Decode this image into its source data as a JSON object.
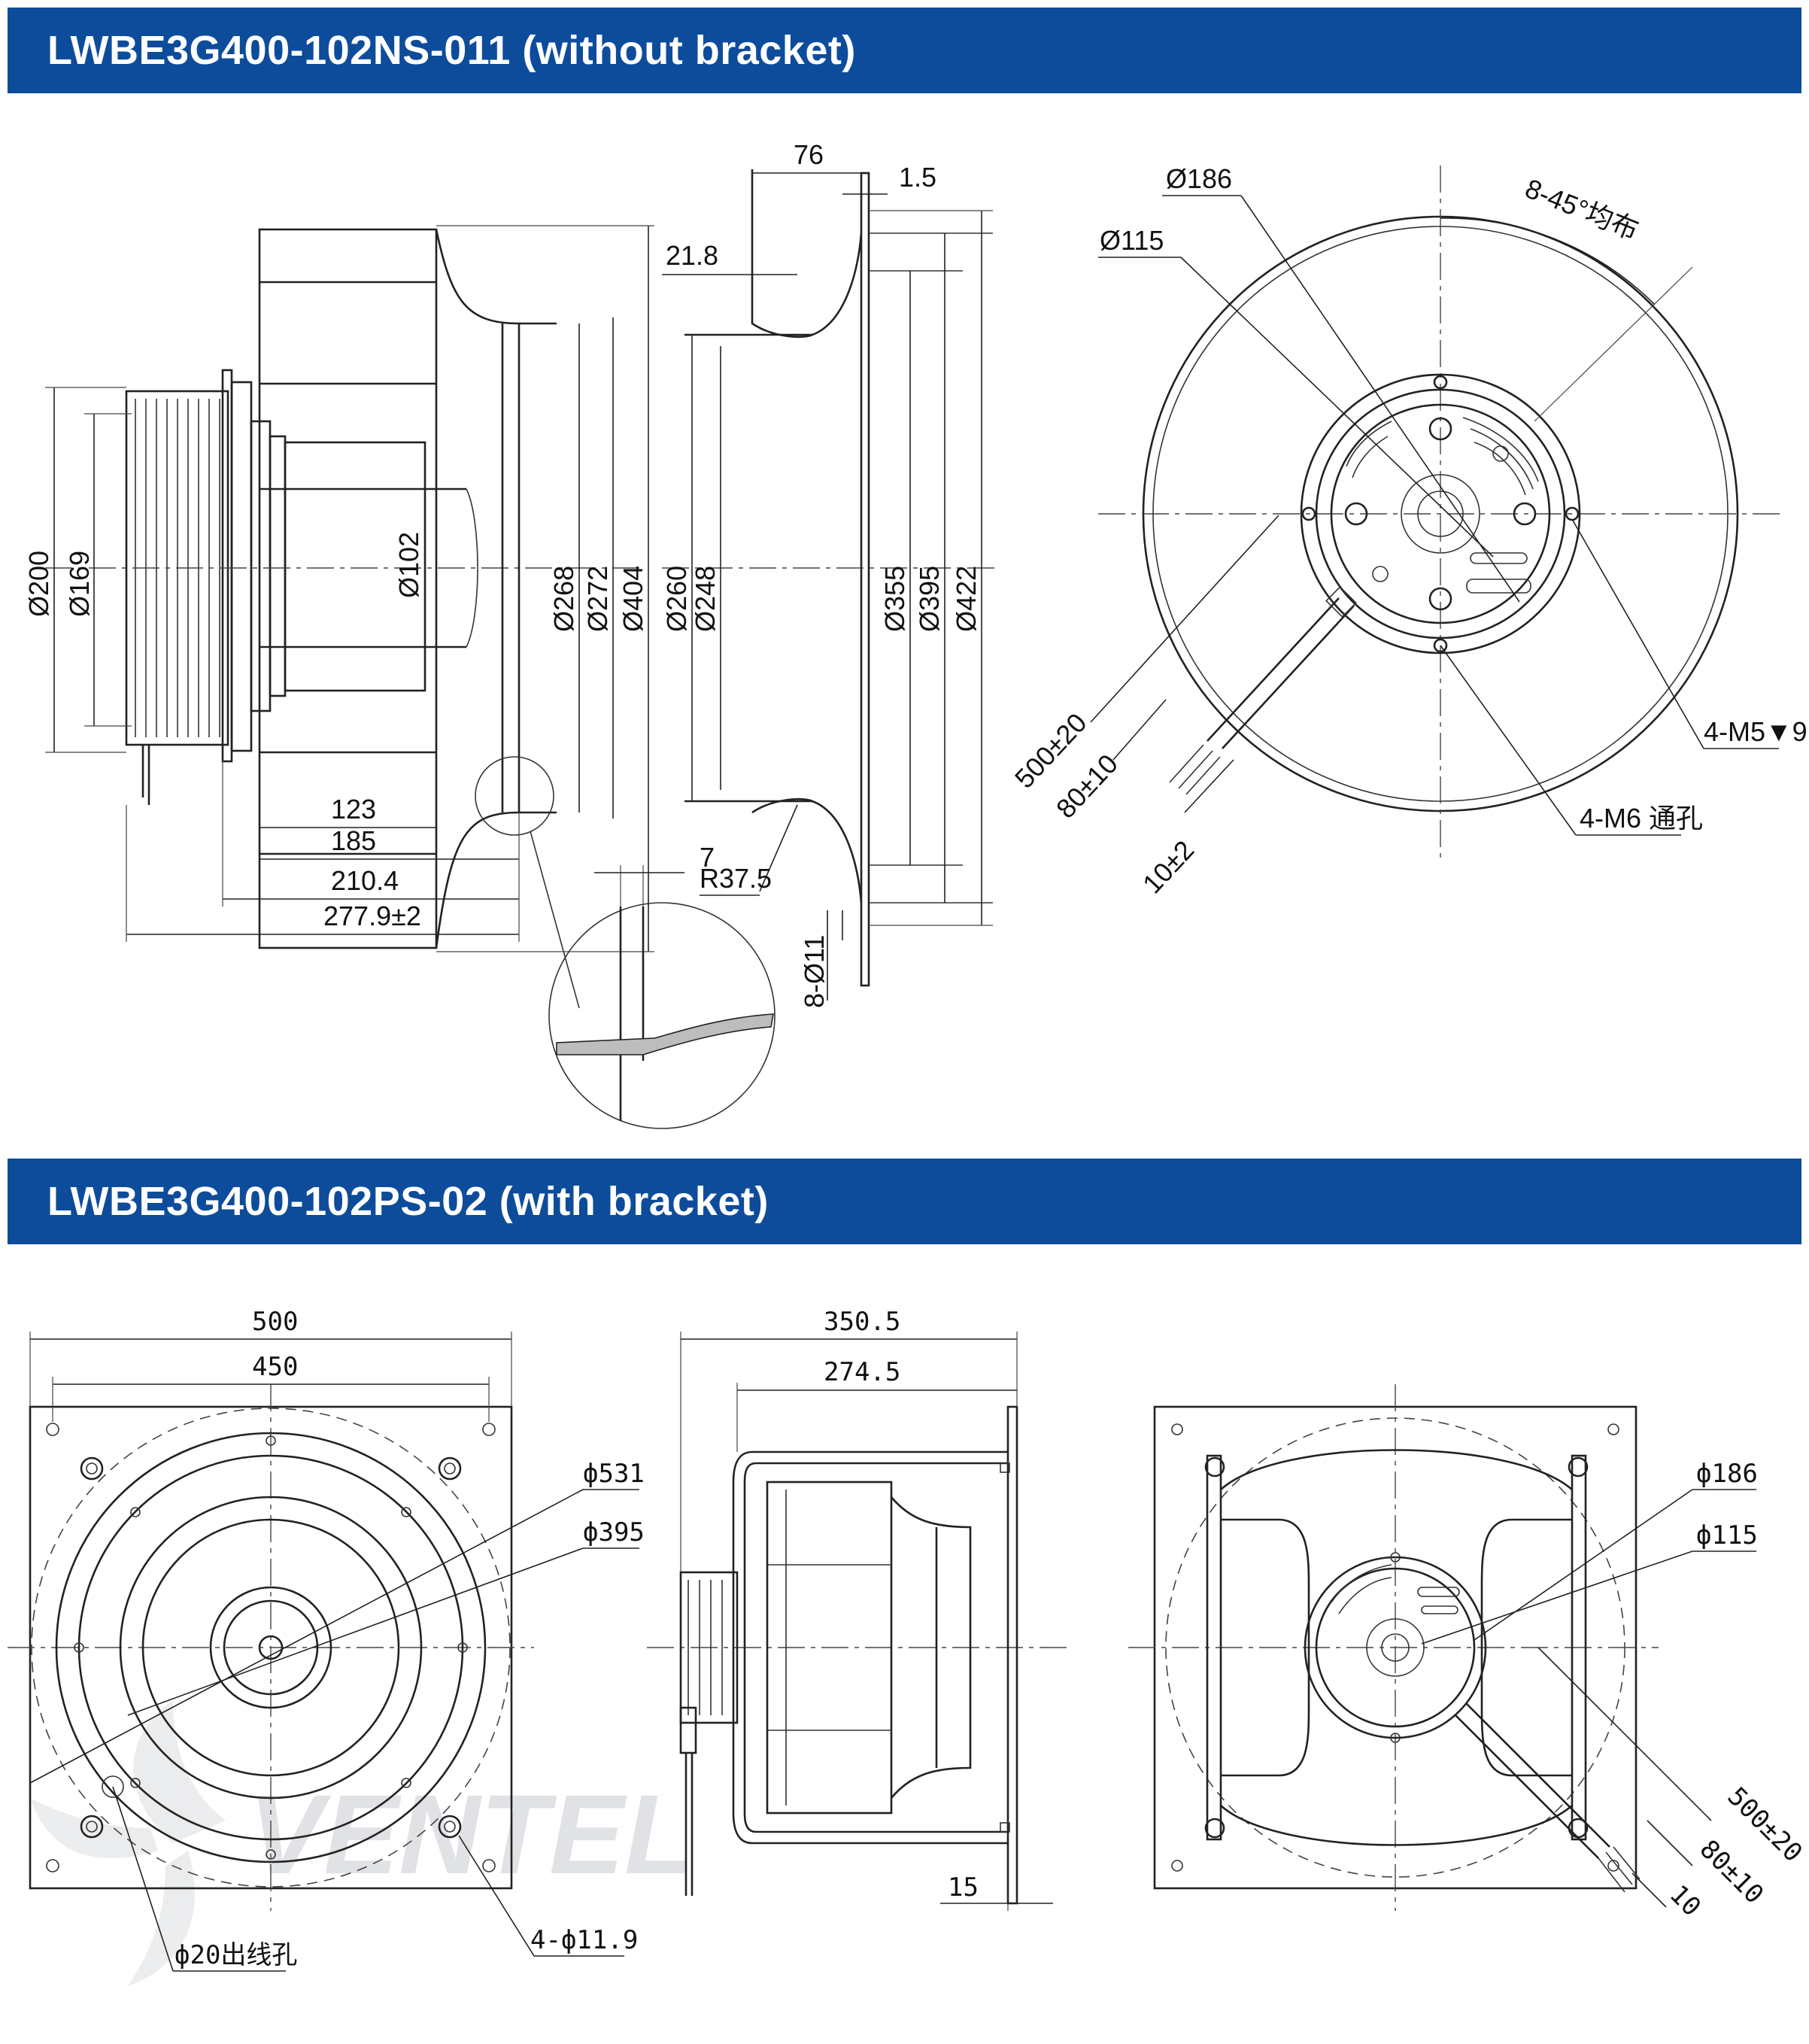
{
  "sections": [
    {
      "title": "LWBE3G400-102NS-011 (without bracket)"
    },
    {
      "title": "LWBE3G400-102PS-02 (with bracket)"
    }
  ],
  "colors": {
    "banner": "#0d4c9b",
    "banner_text": "#ffffff",
    "line": "#222222"
  },
  "top": {
    "side": {
      "d200": "Ø200",
      "d169": "Ø169",
      "d102": "Ø102",
      "d268": "Ø268",
      "d272": "Ø272",
      "d404": "Ø404",
      "l123": "123",
      "l185": "185",
      "l210": "210.4",
      "l277": "277.9±2",
      "detail_7": "7"
    },
    "nozzle": {
      "l76": "76",
      "l15": "1.5",
      "l218": "21.8",
      "d260": "Ø260",
      "d248": "Ø248",
      "d355": "Ø355",
      "d395": "Ø395",
      "d422": "Ø422",
      "r375": "R37.5",
      "holes": "8-Ø11"
    },
    "front": {
      "d186": "Ø186",
      "d115": "Ø115",
      "angle": "8-45°均布",
      "m5": "4-M5▼9",
      "m6": "4-M6 通孔",
      "c500": "500±20",
      "c80": "80±10",
      "c10": "10±2"
    }
  },
  "bottom": {
    "front": {
      "w500": "500",
      "w450": "450",
      "d531": "ф531",
      "d395": "ф395",
      "outlet": "ф20出线孔",
      "holes": "4-ф11.9"
    },
    "side": {
      "l350": "350.5",
      "l274": "274.5",
      "l15": "15"
    },
    "back": {
      "d186": "ф186",
      "d115": "ф115",
      "c500": "500±20",
      "c80": "80±10",
      "c10": "10"
    },
    "watermark": "VENTEL"
  }
}
